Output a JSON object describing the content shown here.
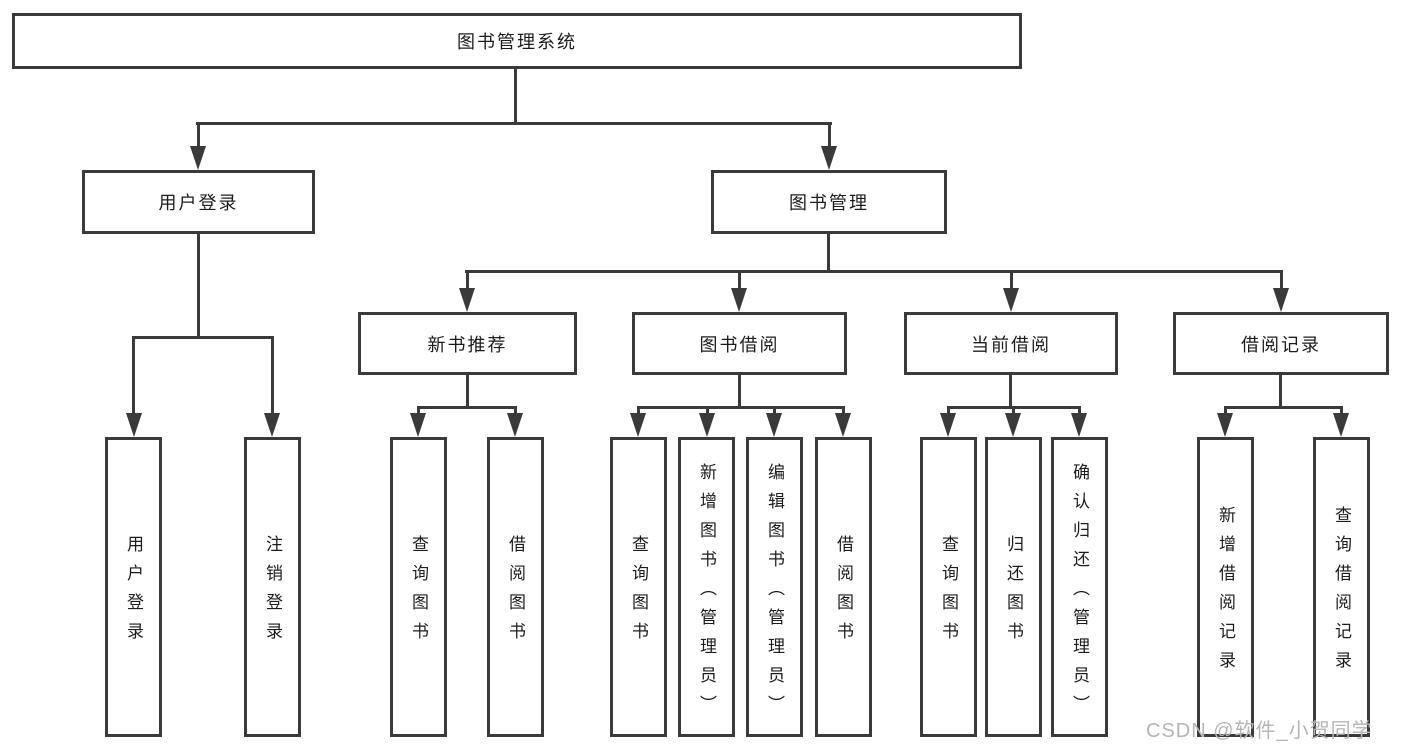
{
  "diagram": {
    "title": "图书管理系统",
    "colors": {
      "line": "#3a3a3a",
      "text": "#1c1c1c",
      "background": "#ffffff",
      "watermark": "#b5b5b5"
    },
    "nodes": {
      "root": "图书管理系统",
      "user_login": "用户登录",
      "book_management": "图书管理",
      "new_book_recommend": "新书推荐",
      "book_borrowing": "图书借阅",
      "current_borrowing": "当前借阅",
      "borrowing_records": "借阅记录",
      "login_user_login": "用户登录",
      "login_logout": "注销登录",
      "recommend_query_books": "查询图书",
      "recommend_borrow_books": "借阅图书",
      "borrowing_query_books": "查询图书",
      "borrowing_add_books": "新增图书（管理员）",
      "borrowing_edit_books": "编辑图书（管理员）",
      "borrowing_borrow_books": "借阅图书",
      "current_query_books": "查询图书",
      "current_return_books": "归还图书",
      "current_confirm_return": "确认归还（管理员）",
      "records_add_record": "新增借阅记录",
      "records_query_record": "查询借阅记录"
    },
    "hierarchy": {
      "图书管理系统": [
        "用户登录",
        "图书管理"
      ],
      "用户登录": [
        "用户登录",
        "注销登录"
      ],
      "图书管理": [
        "新书推荐",
        "图书借阅",
        "当前借阅",
        "借阅记录"
      ],
      "新书推荐": [
        "查询图书",
        "借阅图书"
      ],
      "图书借阅": [
        "查询图书",
        "新增图书（管理员）",
        "编辑图书（管理员）",
        "借阅图书"
      ],
      "当前借阅": [
        "查询图书",
        "归还图书",
        "确认归还（管理员）"
      ],
      "借阅记录": [
        "新增借阅记录",
        "查询借阅记录"
      ]
    }
  },
  "watermark": "CSDN @软件_小贺同学"
}
